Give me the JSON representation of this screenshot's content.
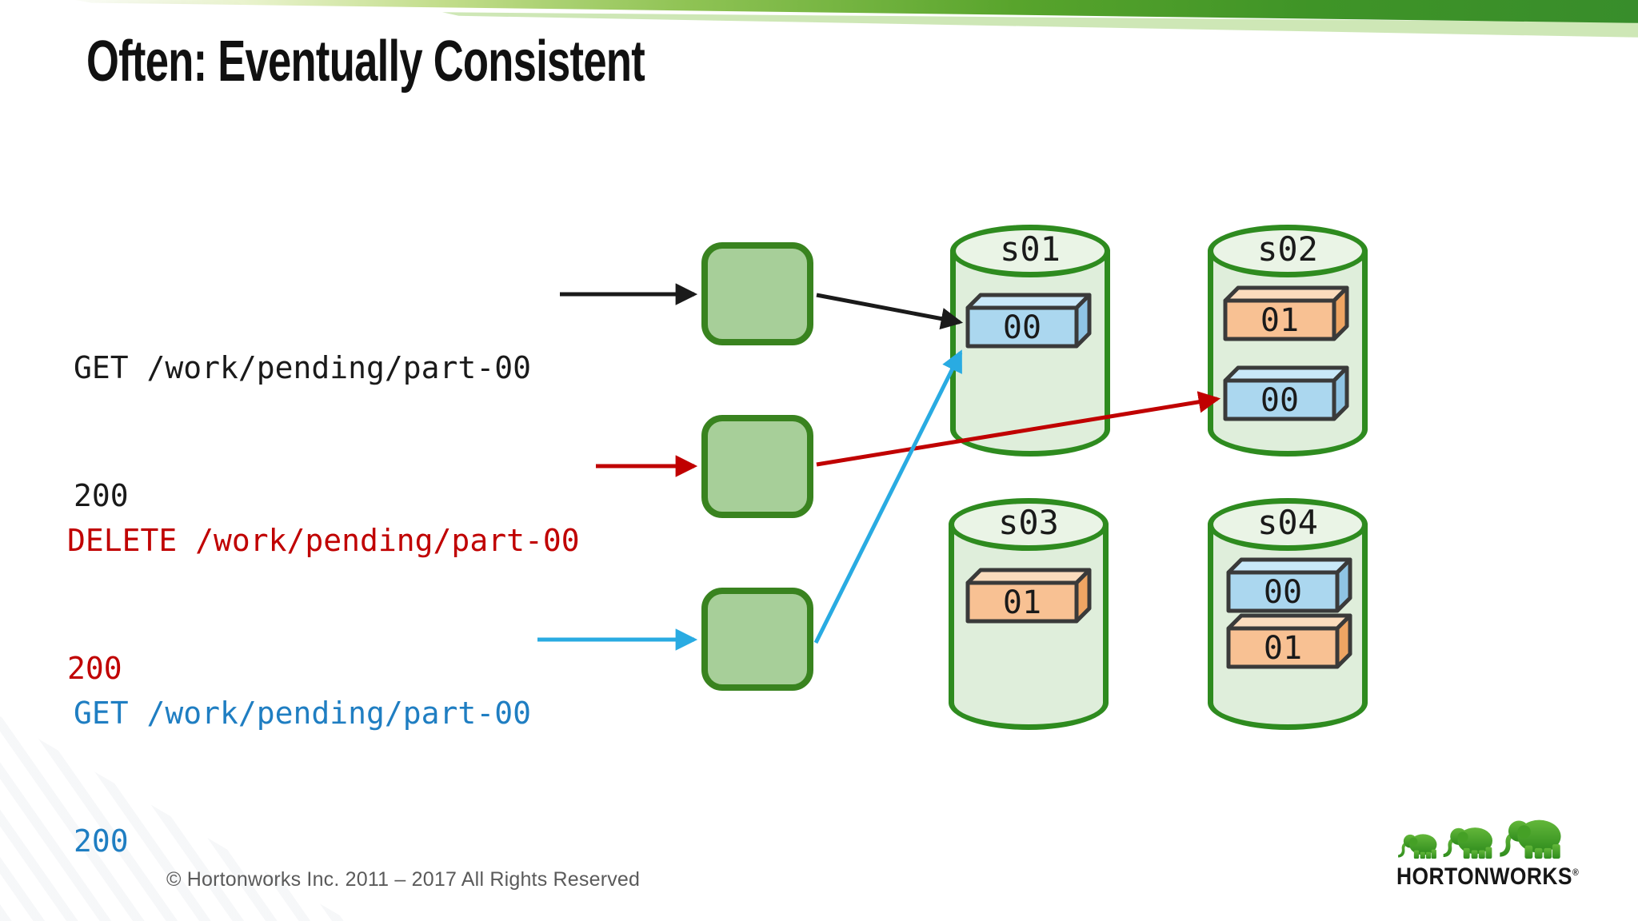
{
  "slide": {
    "title": "Often: Eventually Consistent",
    "footer": "© Hortonworks Inc. 2011 – 2017 All Rights Reserved"
  },
  "logo": {
    "text": "HORTONWORKS",
    "mark": "®"
  },
  "colors": {
    "banner_green": "#3d9230",
    "node_fill": "#a7cf99",
    "node_border": "#39831f",
    "cylinder_fill": "#dfeedb",
    "cylinder_border": "#2e8b1f",
    "block_blue": "#abd7ef",
    "block_orange": "#f8c193",
    "arrow_black": "#1a1a1a",
    "arrow_red": "#c00000",
    "arrow_blue": "#29abe2",
    "text_red": "#c00000",
    "text_blue": "#1f7ec2"
  },
  "requests": [
    {
      "line": "GET /work/pending/part-00",
      "status": "200",
      "color": "#1a1a1a"
    },
    {
      "line": "DELETE /work/pending/part-00",
      "status": "200",
      "color": "#c00000"
    },
    {
      "line": "GET /work/pending/part-00",
      "status": "200",
      "color": "#1f7ec2"
    }
  ],
  "servers": [
    {
      "name": "s01",
      "blocks": [
        {
          "label": "00",
          "type": "blue"
        }
      ]
    },
    {
      "name": "s02",
      "blocks": [
        {
          "label": "01",
          "type": "orange"
        },
        {
          "label": "00",
          "type": "blue"
        }
      ]
    },
    {
      "name": "s03",
      "blocks": [
        {
          "label": "01",
          "type": "orange"
        }
      ]
    },
    {
      "name": "s04",
      "blocks": [
        {
          "label": "00",
          "type": "blue"
        },
        {
          "label": "01",
          "type": "orange"
        }
      ]
    }
  ]
}
